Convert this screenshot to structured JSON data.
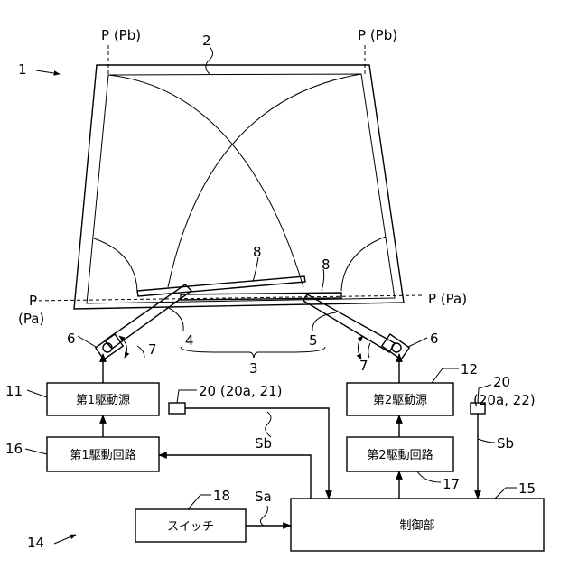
{
  "refs": {
    "system": "1",
    "windshield": "2",
    "wiper_device": "3",
    "arm_first": "4",
    "arm_second": "5",
    "pivot_left": "6",
    "pivot_right": "6",
    "rot_left": "7",
    "rot_right": "7",
    "blade_left": "8",
    "blade_right": "8",
    "source1": "11",
    "source2": "12",
    "block_group": "14",
    "controller": "15",
    "circuit1": "16",
    "circuit2": "17",
    "switch": "18",
    "sensor_left": "20 (20a, 21)",
    "sensor_right_a": "20",
    "sensor_right_b": "(20a, 22)"
  },
  "points": {
    "pb_left": "P (Pb)",
    "pb_right": "P (Pb)",
    "p_left": "P",
    "pa_left": "(Pa)",
    "pa_right": "P (Pa)"
  },
  "blocks": {
    "source1": "第1駆動源",
    "source2": "第2駆動源",
    "circuit1": "第1駆動回路",
    "circuit2": "第2駆動回路",
    "switch": "スイッチ",
    "controller": "制御部"
  },
  "signals": {
    "sa": "Sa",
    "sb_left": "Sb",
    "sb_right": "Sb"
  }
}
